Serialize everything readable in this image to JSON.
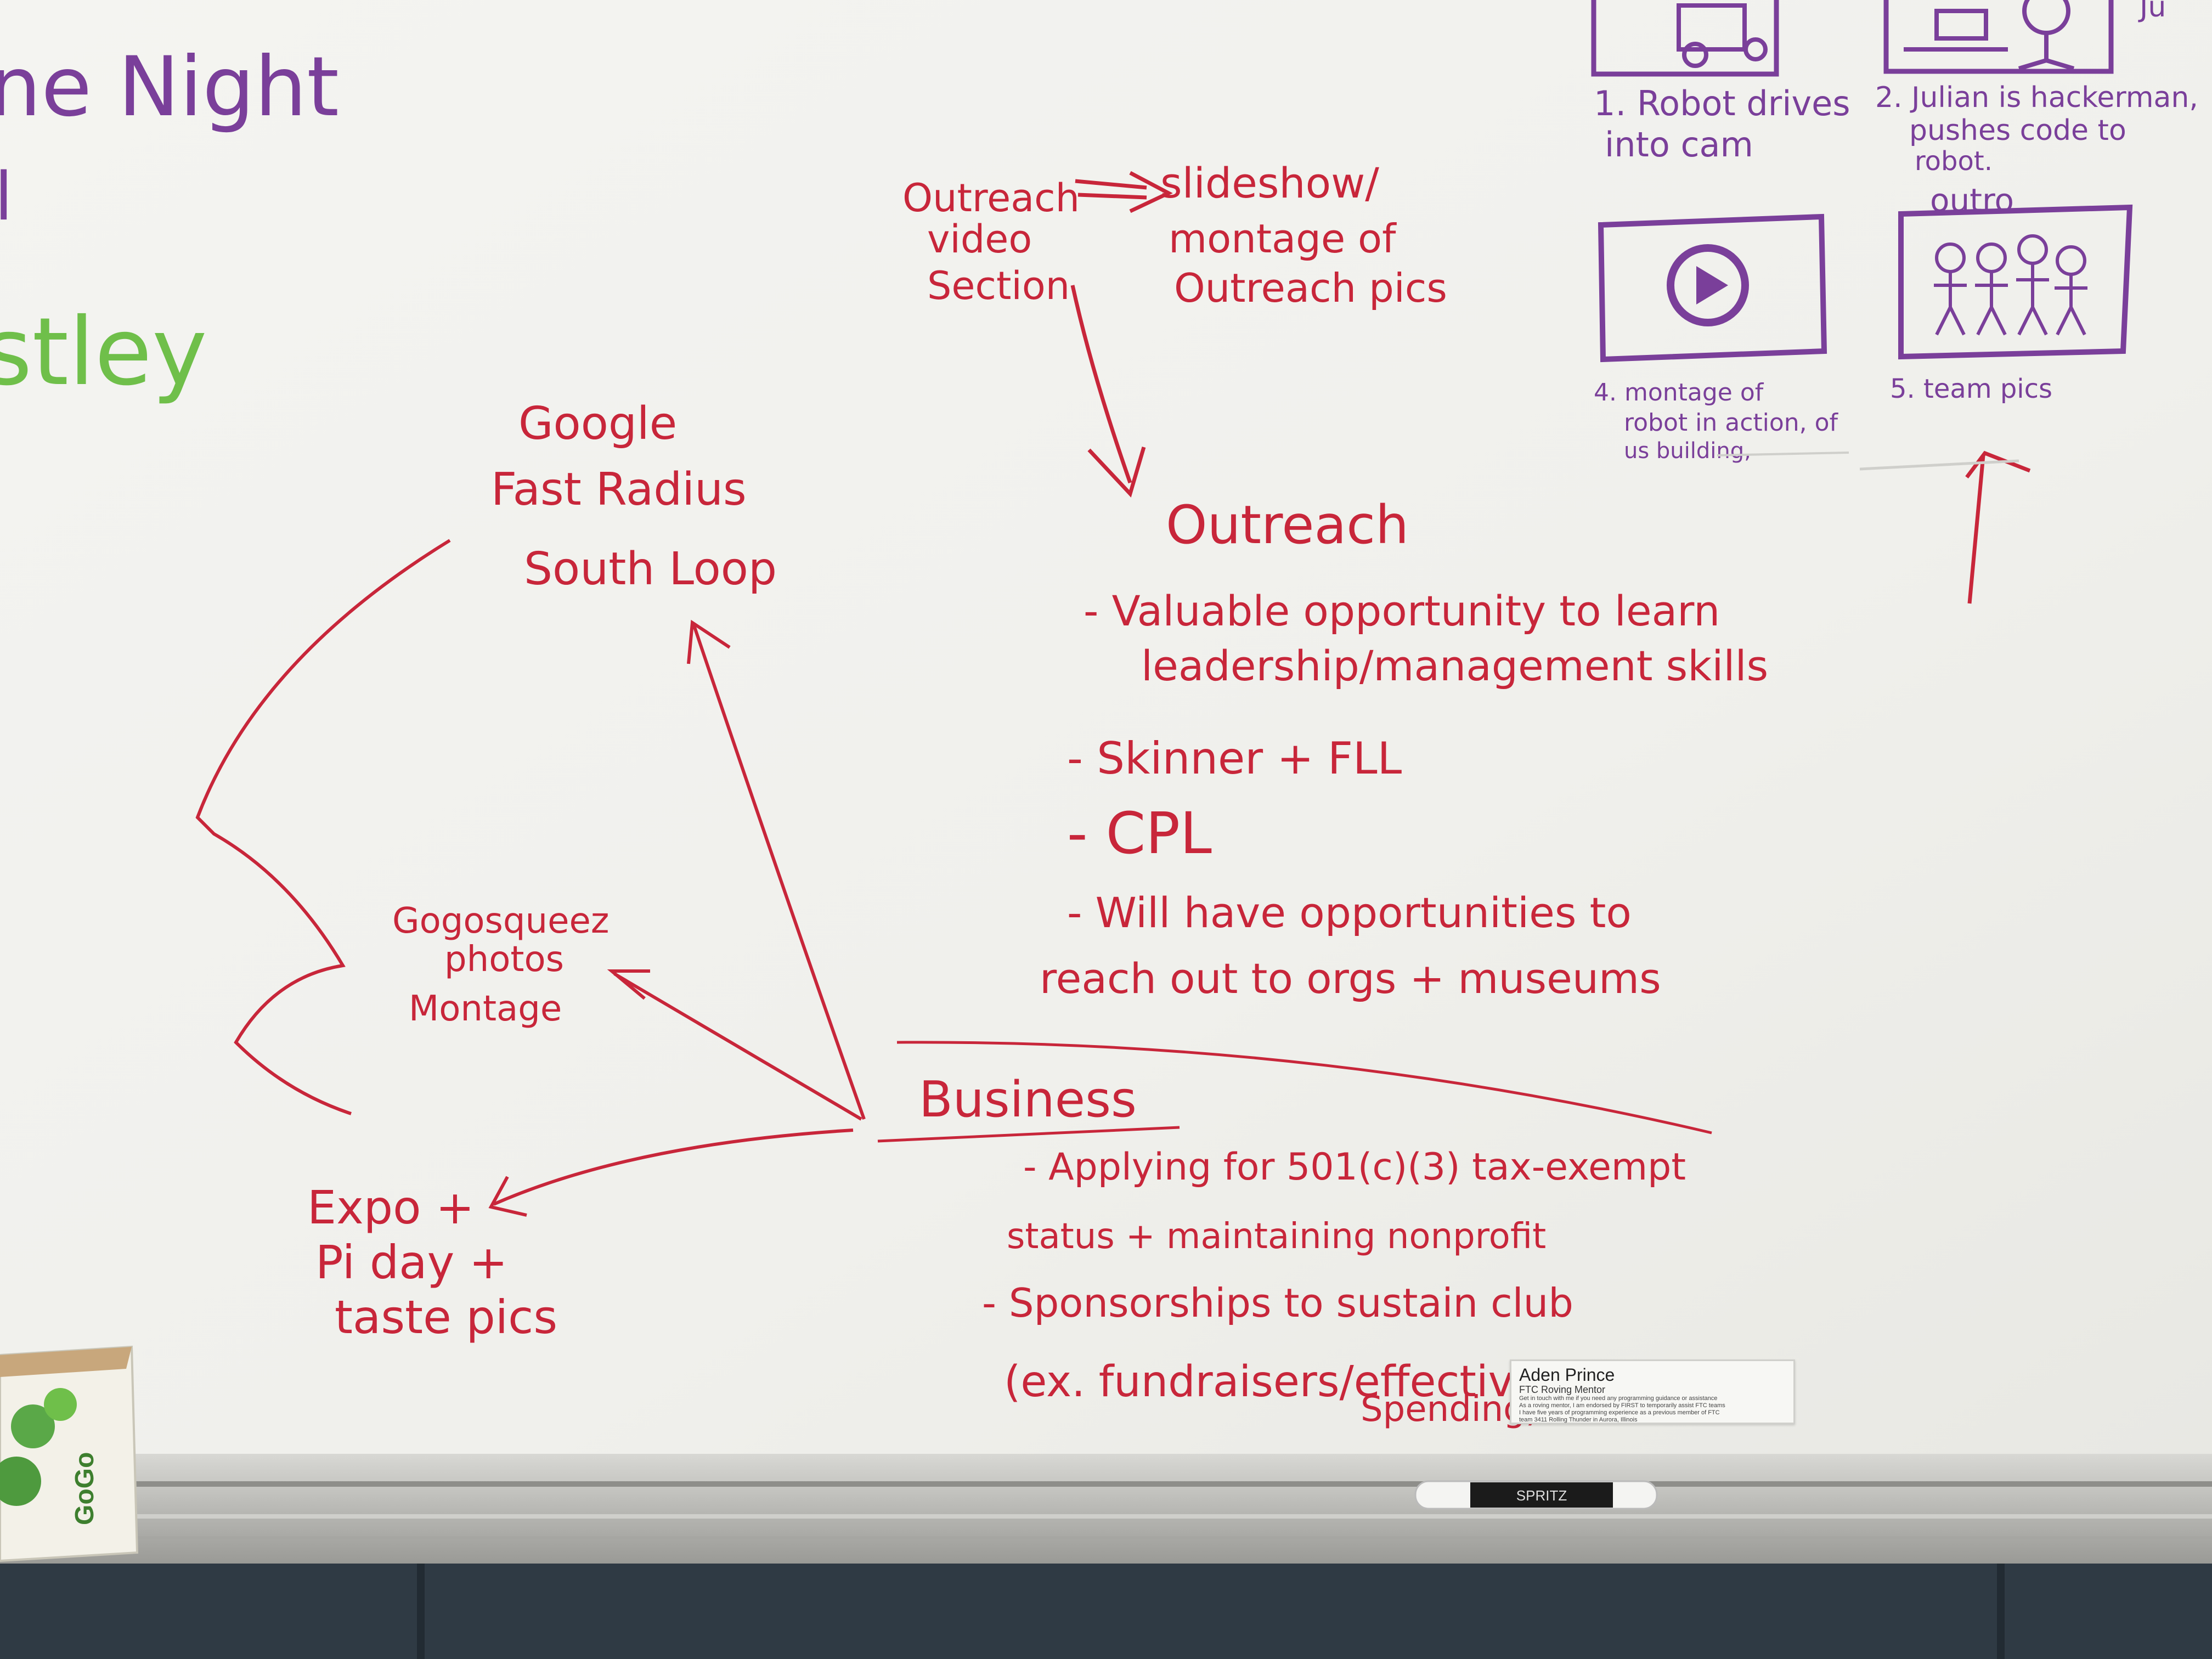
{
  "board": {
    "left_edge": {
      "line1": "ne Night",
      "line2": "l",
      "line3": "stley"
    },
    "storyboard": {
      "top_right_fragment": "Ju",
      "frame1_caption": [
        "1. Robot drives",
        "into cam"
      ],
      "frame2_caption": [
        "2. Julian is hackerman,",
        "pushes code to",
        "robot."
      ],
      "frame3_title": "outro",
      "frame4_caption": [
        "4. montage of",
        "robot in action, of",
        "us building,"
      ],
      "frame5_caption": "5. team pics"
    },
    "outreach_video": {
      "label": [
        "Outreach",
        "video",
        "Section"
      ],
      "result": [
        "slideshow/",
        "montage of",
        "Outreach pics"
      ]
    },
    "outreach": {
      "heading": "Outreach",
      "bullets": [
        "- Valuable opportunity to learn",
        "leadership/management skills",
        "- Skinner + FLL",
        "- CPL",
        "- Will have opportunities to",
        "reach out to orgs + museums"
      ]
    },
    "google": {
      "lines": [
        "Google",
        "Fast Radius",
        "South Loop"
      ]
    },
    "gogosqueez": {
      "lines": [
        "Gogosqueez",
        "photos",
        "Montage"
      ]
    },
    "expo": {
      "lines": [
        "Expo +",
        "Pi day +",
        "taste pics"
      ]
    },
    "business": {
      "heading": "Business",
      "bullets": [
        "- Applying for 501(c)(3) tax-exempt",
        "status + maintaining nonprofit",
        "- Sponsorships to sustain club",
        "(ex. fundraisers/effective",
        "Spending)"
      ]
    },
    "colors": {
      "red_marker": "#c8263a",
      "purple_marker": "#7a3f9a",
      "green_marker": "#6fbf4a",
      "board": "#f2f2ee"
    }
  },
  "note_card": {
    "name": "Aden Prince",
    "role": "FTC Roving Mentor",
    "lines": [
      "Get in touch with me if you need any programming guidance or assistance",
      "As a roving mentor, I am endorsed by FIRST to temporarily assist FTC teams",
      "I have five years of programming experience as a previous member of FTC",
      "team 3411 Rolling Thunder in Aurora, Illinois"
    ]
  },
  "tray": {
    "marker_brand": "SPRITZ",
    "box_label": "GoGo"
  }
}
